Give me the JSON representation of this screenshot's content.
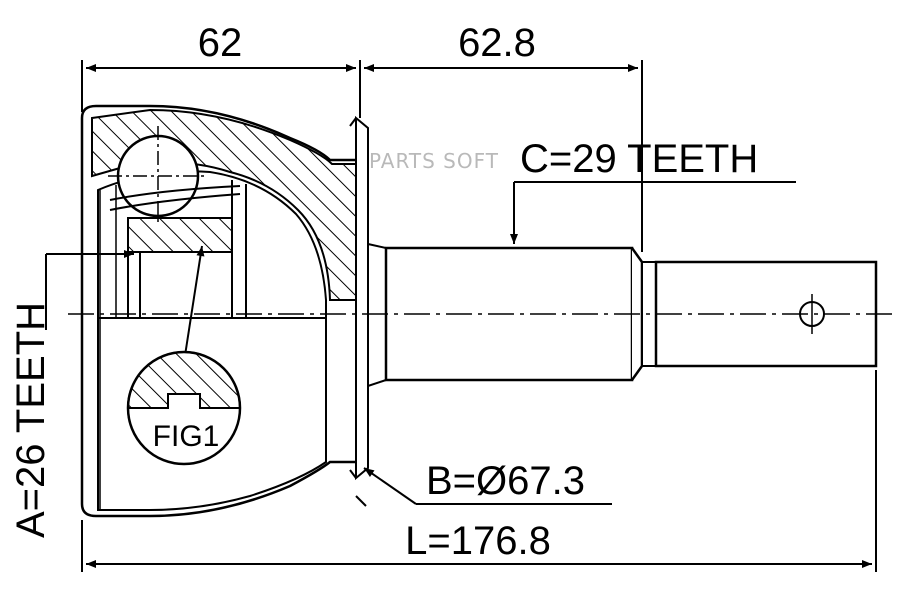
{
  "watermark": "PARTS SOFT",
  "dimensions": {
    "housing_length": "62",
    "shaft_length": "62.8",
    "overall_length": "L=176.8",
    "outer_diameter": "B=Ø67.3",
    "outer_splines": "C=29 TEETH",
    "inner_splines": "A=26 TEETH"
  },
  "detail_label": "FIG1"
}
